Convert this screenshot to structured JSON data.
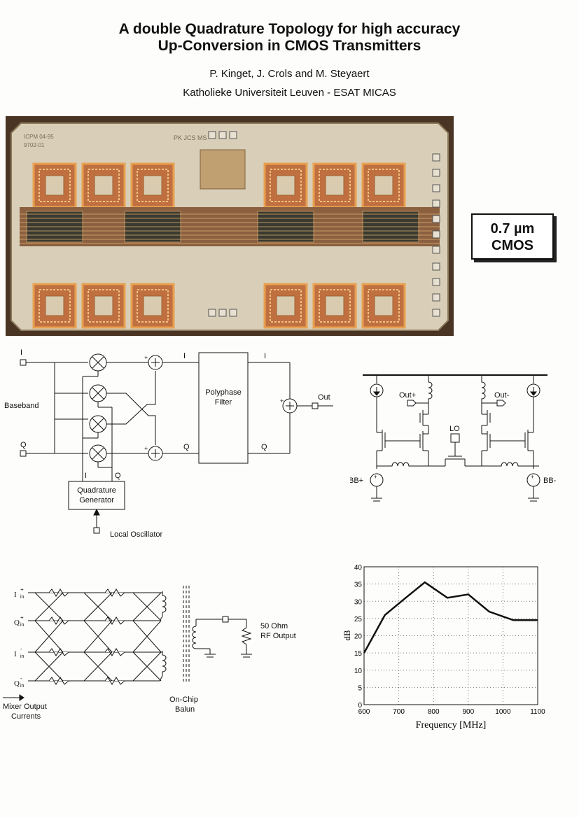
{
  "header": {
    "title_line1": "A double Quadrature Topology for high accuracy",
    "title_line2": "Up-Conversion in CMOS Transmitters",
    "authors": "P. Kinget, J. Crols and M. Steyaert",
    "affiliation": "Katholieke Universiteit Leuven - ESAT MICAS"
  },
  "die_photo": {
    "marking_left": "ICPM 04-95",
    "marking_mid": "PK JCS MS",
    "marking_code": "9702-01"
  },
  "badge": {
    "line1": "0.7 µm",
    "line2": "CMOS"
  },
  "block_diagram": {
    "input_i": "I",
    "input_q": "Q",
    "baseband": "Baseband",
    "gen_i": "I",
    "gen_q": "Q",
    "quad_gen_line1": "Quadrature",
    "quad_gen_line2": "Generator",
    "local_osc": "Local Oscillator",
    "poly_line1": "Polyphase",
    "poly_line2": "Filter",
    "sig_i_in": "I",
    "sig_q_in": "Q",
    "sig_i_out": "I",
    "sig_q_out": "Q",
    "out": "Out",
    "plus": "+"
  },
  "mixer_circuit": {
    "out_plus": "Out+",
    "out_minus": "Out-",
    "lo": "LO",
    "bb_plus": "BB+",
    "bb_minus": "BB-"
  },
  "polyphase_network": {
    "inputs": [
      "I",
      "Q",
      "I",
      "Q"
    ],
    "input_sub": "in",
    "input_sup": [
      "+",
      "+",
      "-",
      "-"
    ],
    "mixer_line1": "Mixer Output",
    "mixer_line2": "Currents",
    "balun_line1": "On-Chip",
    "balun_line2": "Balun",
    "rf_line1": "50 Ohm",
    "rf_line2": "RF Output"
  },
  "chart_data": {
    "type": "line",
    "xlabel": "Frequency [MHz]",
    "ylabel": "dB",
    "xlim": [
      600,
      1100
    ],
    "ylim": [
      0,
      40
    ],
    "xticks": [
      600,
      700,
      800,
      900,
      1000,
      1100
    ],
    "yticks": [
      0,
      5,
      10,
      15,
      20,
      25,
      30,
      35,
      40
    ],
    "grid": true,
    "x": [
      600,
      660,
      720,
      775,
      840,
      900,
      960,
      1030,
      1060,
      1100
    ],
    "y": [
      15,
      26,
      31,
      35.5,
      31,
      32,
      27,
      24.5,
      24.5,
      24.5
    ]
  }
}
